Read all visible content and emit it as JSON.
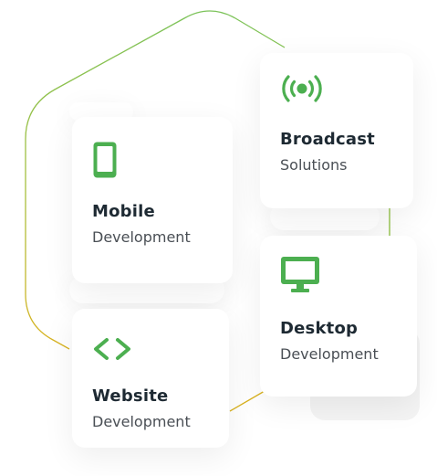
{
  "cards": {
    "broadcast": {
      "title": "Broadcast",
      "subtitle": "Solutions",
      "icon": "broadcast-icon"
    },
    "mobile": {
      "title": "Mobile",
      "subtitle": "Development",
      "icon": "mobile-phone-icon"
    },
    "desktop": {
      "title": "Desktop",
      "subtitle": "Development",
      "icon": "desktop-monitor-icon"
    },
    "website": {
      "title": "Website",
      "subtitle": "Development",
      "icon": "code-brackets-icon"
    }
  },
  "colors": {
    "icon_green": "#4caf50",
    "outline_green": "#7cc35a",
    "outline_yellow": "#d9b21f",
    "title_text": "#1e2a33",
    "subtitle_text": "#4a4f55"
  }
}
